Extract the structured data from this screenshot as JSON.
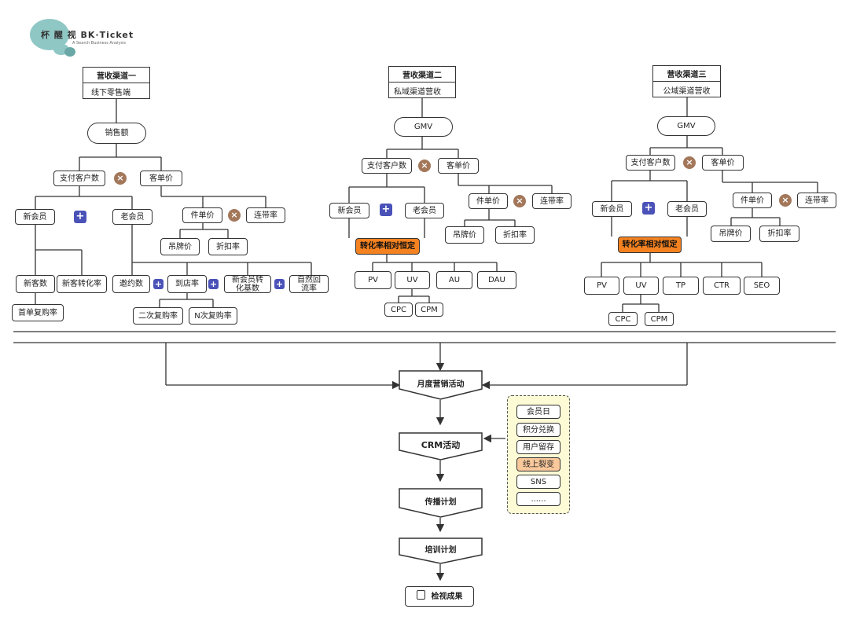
{
  "logo": {
    "brand": "杯 醒 视 BK·Ticket",
    "tagline": "A Search Business Analysis",
    "icon": "speech-bubble-icon"
  },
  "channel1": {
    "title": "营收渠道一",
    "subtitle": "线下零售端",
    "sales": "销售额",
    "paying": "支付客户数",
    "aov": "客单价",
    "newMember": "新会员",
    "oldMember": "老会员",
    "unitPrice": "件单价",
    "attachRate": "连带率",
    "tagPrice": "吊牌价",
    "discount": "折扣率",
    "newCount": "新客数",
    "newConv": "新客转化率",
    "firstRepurchase": "首单复购率",
    "invites": "邀约数",
    "visitRate": "到店率",
    "newMemberConv": "新会员转化基数",
    "naturalFlow": "自然回流率",
    "second": "二次复购率",
    "nth": "N次复购率"
  },
  "channel2": {
    "title": "营收渠道二",
    "subtitle": "私域渠道营收",
    "gmv": "GMV",
    "paying": "支付客户数",
    "aov": "客单价",
    "newMember": "新会员",
    "oldMember": "老会员",
    "unitPrice": "件单价",
    "attachRate": "连带率",
    "tagPrice": "吊牌价",
    "discount": "折扣率",
    "conv": "转化率相对恒定",
    "pv": "PV",
    "uv": "UV",
    "au": "AU",
    "dau": "DAU",
    "cpc": "CPC",
    "cpm": "CPM"
  },
  "channel3": {
    "title": "营收渠道三",
    "subtitle": "公域渠道营收",
    "gmv": "GMV",
    "paying": "支付客户数",
    "aov": "客单价",
    "newMember": "新会员",
    "oldMember": "老会员",
    "unitPrice": "件单价",
    "attachRate": "连带率",
    "tagPrice": "吊牌价",
    "discount": "折扣率",
    "conv": "转化率相对恒定",
    "pv": "PV",
    "uv": "UV",
    "tp": "TP",
    "ctr": "CTR",
    "seo": "SEO",
    "cpc": "CPC",
    "cpm": "CPM"
  },
  "flow": {
    "monthly": "月度营销活动",
    "crm": "CRM活动",
    "spread": "传播计划",
    "training": "培训计划",
    "review": "检视成果"
  },
  "activities": [
    "会员日",
    "积分兑换",
    "用户留存",
    "线上裂变",
    "SNS",
    "......"
  ],
  "symbols": {
    "plus": "+",
    "times": "×"
  },
  "colors": {
    "orange": "#f58220",
    "plus": "#4a52b8",
    "times": "#a3775a",
    "note": "#fdfbd6",
    "highlight": "#f9c89b"
  }
}
